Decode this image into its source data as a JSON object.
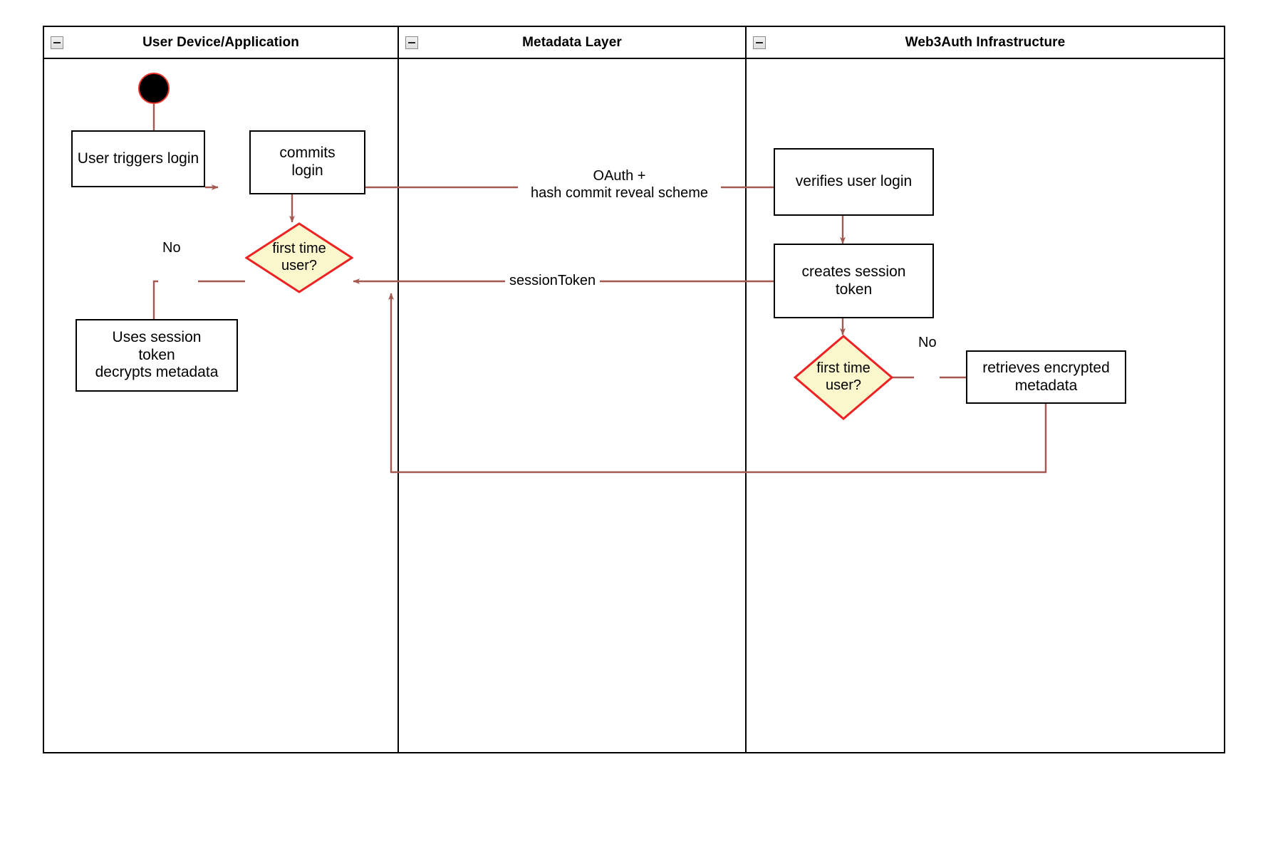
{
  "diagram": {
    "type": "activity-swimlane",
    "title": "Web3Auth login activity diagram",
    "colors": {
      "lane_border": "#000000",
      "node_border": "#000000",
      "node_fill": "#ffffff",
      "decision_border": "#ee2222",
      "decision_fill": "#fbf7cd",
      "edge": "#a35850",
      "start_node_fill": "#000000",
      "start_node_ring": "#e8342a",
      "text": "#000000"
    }
  },
  "lanes": [
    {
      "id": "lane-user",
      "title": "User Device/Application",
      "collapse_icon": "collapse-minus-icon"
    },
    {
      "id": "lane-metadata",
      "title": "Metadata Layer",
      "collapse_icon": "collapse-minus-icon"
    },
    {
      "id": "lane-web3auth",
      "title": "Web3Auth Infrastructure",
      "collapse_icon": "collapse-minus-icon"
    }
  ],
  "nodes": {
    "start": {
      "shape": "initial-node",
      "label": ""
    },
    "user_triggers": {
      "shape": "rect",
      "label": "User triggers login"
    },
    "commits_login": {
      "shape": "rect",
      "label": "commits\nlogin",
      "line1": "commits",
      "line2": "login"
    },
    "decision_user": {
      "shape": "diamond",
      "label": "first time\nuser?",
      "line1": "first time",
      "line2": "user?"
    },
    "uses_session": {
      "shape": "rect",
      "label": "Uses session\ntoken\ndecrypts metadata",
      "line1": "Uses session",
      "line2": "token",
      "line3": "decrypts metadata"
    },
    "verifies_login": {
      "shape": "rect",
      "label": "verifies user login"
    },
    "creates_session": {
      "shape": "rect",
      "label": "creates session\ntoken",
      "line1": "creates session",
      "line2": "token"
    },
    "decision_web3": {
      "shape": "diamond",
      "label": "first time\nuser?",
      "line1": "first time",
      "line2": "user?"
    },
    "retrieves_meta": {
      "shape": "rect",
      "label": "retrieves encrypted\nmetadata",
      "line1": "retrieves encrypted",
      "line2": "metadata"
    }
  },
  "edge_labels": {
    "oauth_line1": "OAuth +",
    "oauth_line2": "hash commit reveal scheme",
    "session_token": "sessionToken",
    "no_left": "No",
    "no_right": "No"
  },
  "edges": [
    {
      "from": "start",
      "to": "user_triggers",
      "label": ""
    },
    {
      "from": "user_triggers",
      "to": "commits_login",
      "label": "",
      "arrow": "single"
    },
    {
      "from": "commits_login",
      "to": "verifies_login",
      "label": "OAuth + hash commit reveal scheme",
      "arrow": "none"
    },
    {
      "from": "commits_login",
      "to": "decision_user",
      "label": "",
      "arrow": "single"
    },
    {
      "from": "decision_user",
      "to": "uses_session",
      "label": "No",
      "arrow": "none"
    },
    {
      "from": "verifies_login",
      "to": "creates_session",
      "label": "",
      "arrow": "single"
    },
    {
      "from": "creates_session",
      "to": "decision_user",
      "label": "sessionToken",
      "arrow": "single"
    },
    {
      "from": "creates_session",
      "to": "decision_web3",
      "label": "",
      "arrow": "double"
    },
    {
      "from": "decision_web3",
      "to": "retrieves_meta",
      "label": "No",
      "arrow": "none"
    },
    {
      "from": "retrieves_meta",
      "to": "decision_user",
      "label": "",
      "arrow": "single"
    }
  ]
}
